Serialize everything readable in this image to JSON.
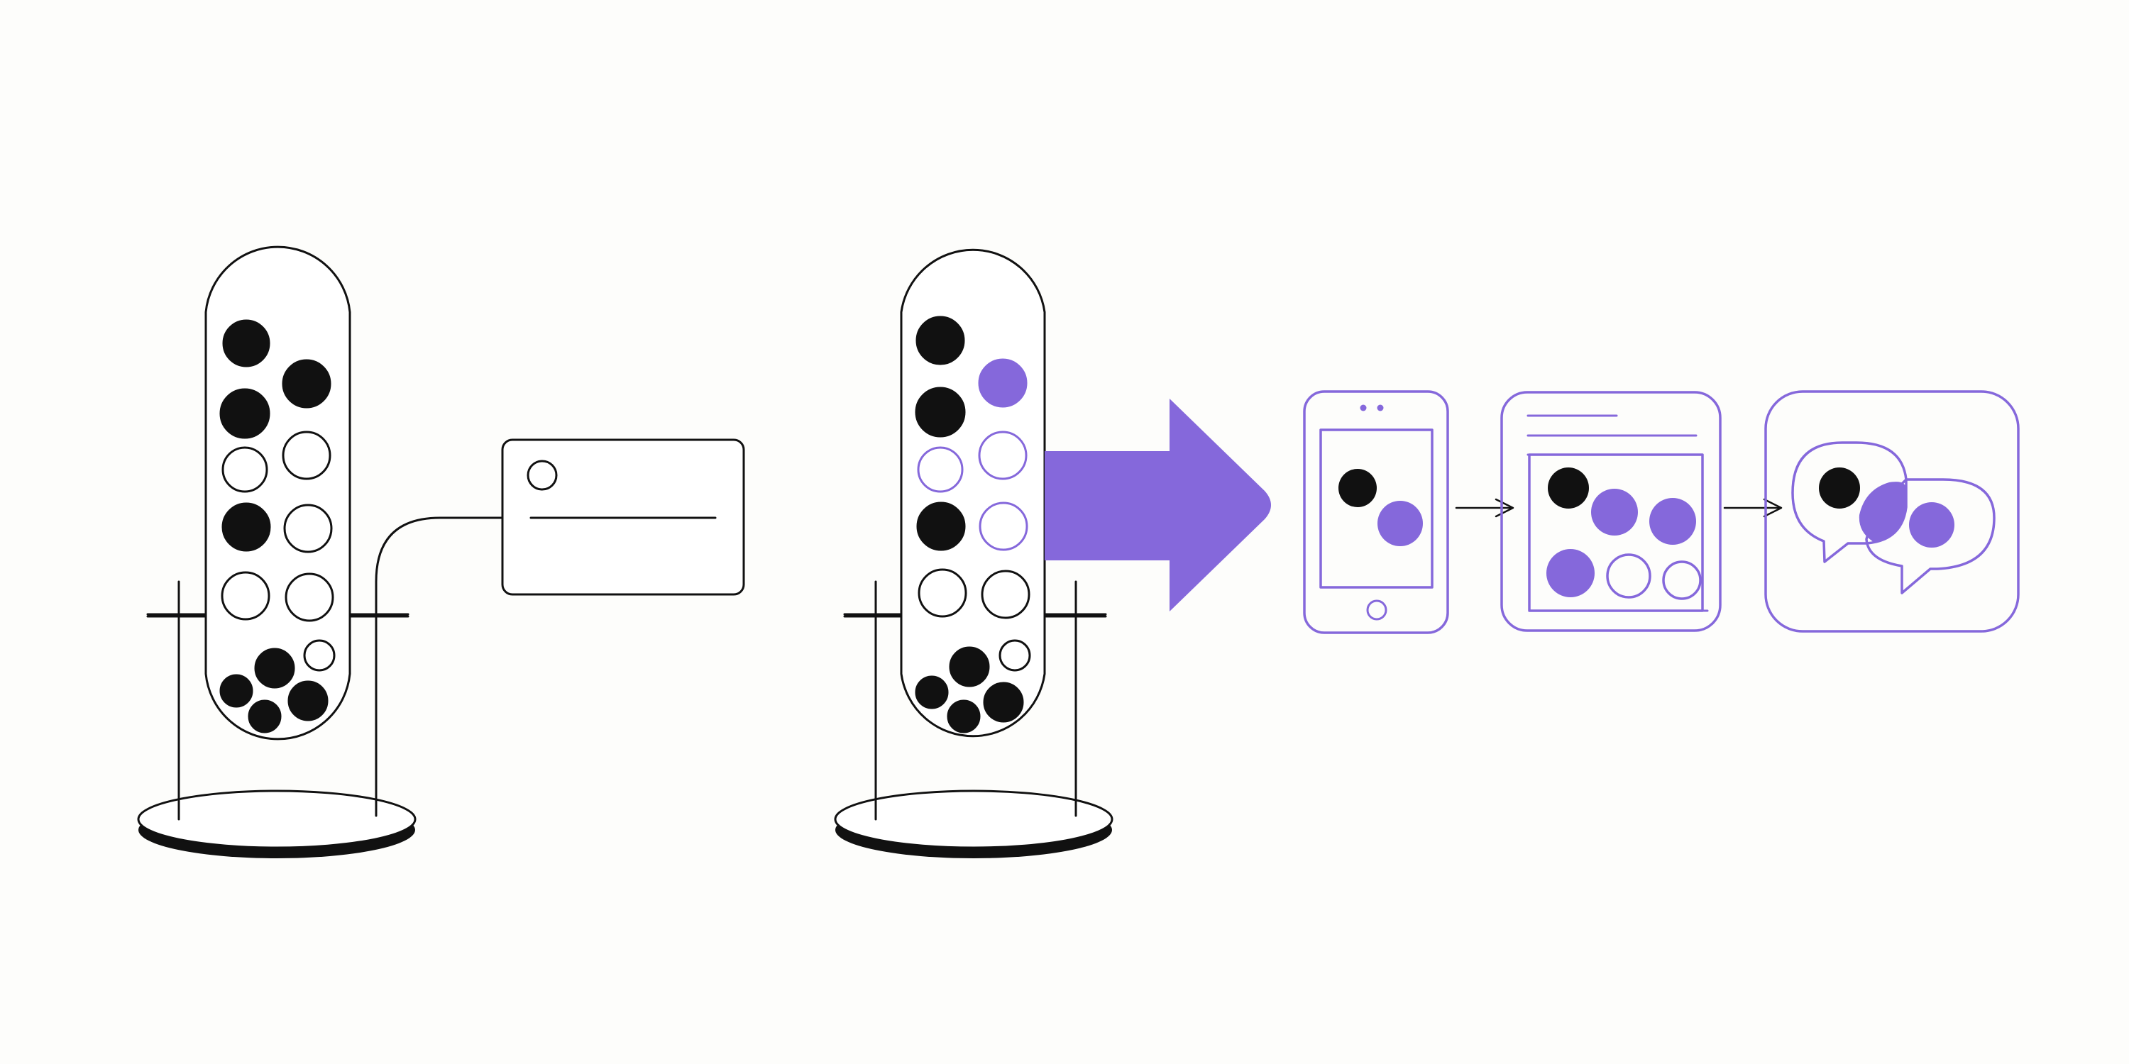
{
  "colors": {
    "ink": "#111111",
    "accent": "#8568db",
    "background": "#fdfdfb",
    "tube_fill": "#ffffff"
  },
  "icons": {
    "source_tube": "test-tube-icon",
    "label_card": "label-card-icon",
    "sorted_tube": "test-tube-icon",
    "big_arrow": "arrow-right-icon",
    "phone": "smartphone-icon",
    "browser": "browser-window-icon",
    "chat": "chat-bubbles-icon",
    "step_arrow": "arrow-right-icon"
  },
  "legend_states": [
    "filled-black",
    "outline",
    "filled-accent",
    "outline-accent"
  ]
}
